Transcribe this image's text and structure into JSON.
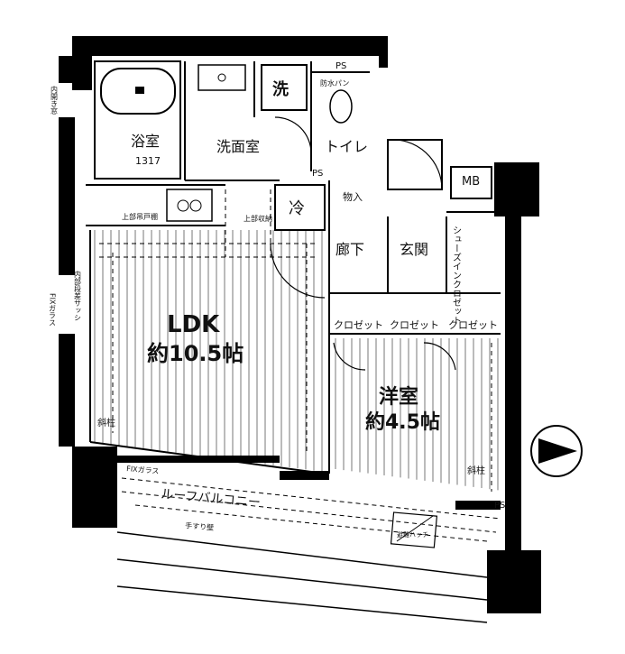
{
  "rooms": {
    "bath": {
      "name": "浴室",
      "code": "1317"
    },
    "washroom": "洗面室",
    "washer": "洗",
    "toilet": "トイレ",
    "fridge": "冷",
    "corridor": "廊下",
    "entrance": "玄関",
    "storage": "物入",
    "shoe_closet": "シューズインクロゼット",
    "ldk": {
      "name": "LDK",
      "size": "約10.5帖"
    },
    "western": {
      "name": "洋室",
      "size": "約4.5帖"
    },
    "closet_1": "クロゼット",
    "closet_2": "クロゼット",
    "closet_3": "クロゼット"
  },
  "labels": {
    "mb": "MB",
    "ps_top": "PS",
    "ps_mid": "PS",
    "ps_bottom": "PS",
    "balcony": "ルーフバルコニー",
    "fix_glass_left": "FIXガラス",
    "fix_glass_bottom": "FIXガラス",
    "left_window": "内開き窓",
    "sash": "内部段差サッシ",
    "pillar_left": "斜柱",
    "pillar_right": "斜柱",
    "washer_pan": "防水パン",
    "hatch": "避難ハッチ",
    "handrail": "手すり壁",
    "hanging_cabinet": "上部吊戸棚",
    "ceiling_storage": "上部収納"
  },
  "compass": {
    "direction": "north",
    "symbol": "arrow-right"
  }
}
